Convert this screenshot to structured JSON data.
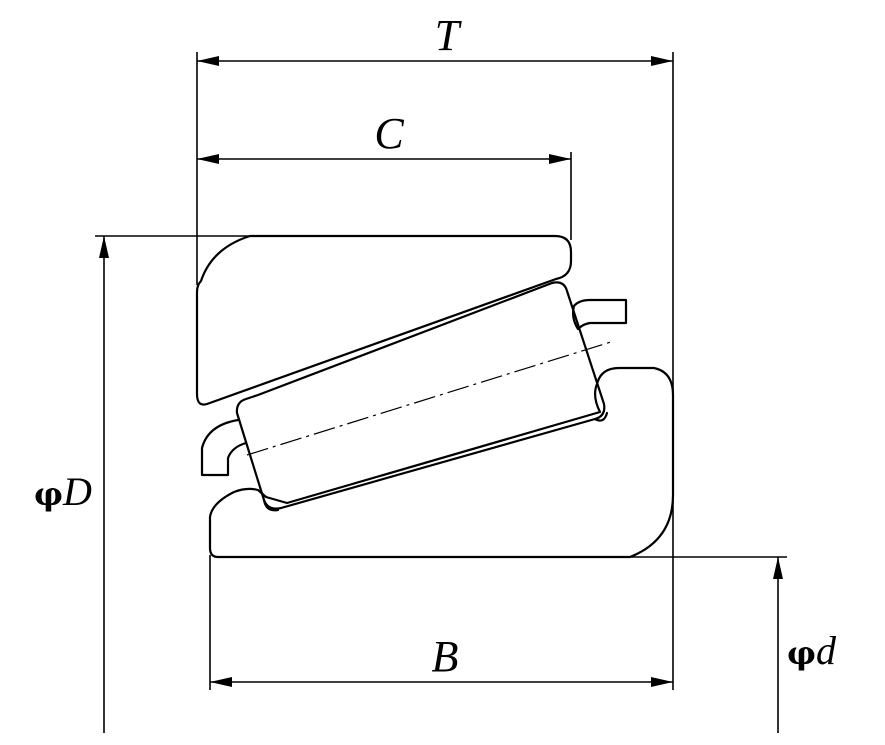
{
  "dimensions": {
    "T": {
      "symbol": "T"
    },
    "C": {
      "symbol": "C"
    },
    "B": {
      "symbol": "B"
    },
    "D": {
      "phi": "φ",
      "symbol": "D"
    },
    "d": {
      "phi": "φ",
      "symbol": "d"
    }
  },
  "colors": {
    "stroke": "#000000",
    "background": "#ffffff"
  }
}
